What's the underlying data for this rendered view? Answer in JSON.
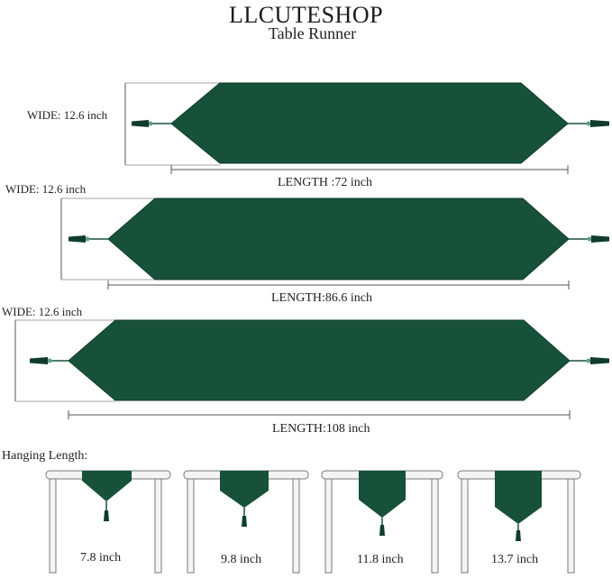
{
  "brand": "LLCUTESHOP",
  "subtitle": "Table Runner",
  "colors": {
    "runner": "#17513a",
    "runner_edge": "#0f3d2b",
    "line": "#555555",
    "table": "#f4f4f4",
    "table_edge": "#777777"
  },
  "runners": [
    {
      "wide_label": "WIDE: 12.6 inch",
      "length_label": "LENGTH :72 inch"
    },
    {
      "wide_label": "WIDE: 12.6 inch",
      "length_label": "LENGTH:86.6 inch"
    },
    {
      "wide_label": "WIDE: 12.6 inch",
      "length_label": "LENGTH:108  inch"
    }
  ],
  "hanging": {
    "title": "Hanging Length:",
    "items": [
      {
        "label": "7.8 inch"
      },
      {
        "label": "9.8 inch"
      },
      {
        "label": "11.8 inch"
      },
      {
        "label": "13.7 inch"
      }
    ]
  }
}
